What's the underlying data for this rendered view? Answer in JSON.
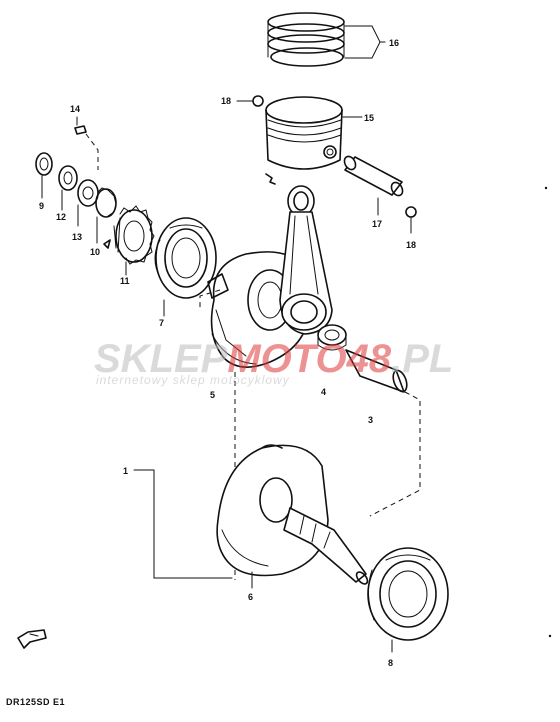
{
  "diagram": {
    "model_code": "DR125SD E1",
    "labels": {
      "p1": "1",
      "p3": "3",
      "p4": "4",
      "p5": "5",
      "p6": "6",
      "p7": "7",
      "p8": "8",
      "p9": "9",
      "p10": "10",
      "p11": "11",
      "p12": "12",
      "p13": "13",
      "p14": "14",
      "p15": "15",
      "p16": "16",
      "p17": "17",
      "p18a": "18",
      "p18b": "18"
    }
  },
  "watermark": {
    "brand_part1": "SKLEP",
    "brand_part2": "MOTO",
    "brand_part3": "48",
    "brand_part4": ".PL",
    "tagline": "internetowy sklep motocyklowy",
    "colors": {
      "gray": "#bdbdbd",
      "red": "#e03a3a"
    }
  }
}
